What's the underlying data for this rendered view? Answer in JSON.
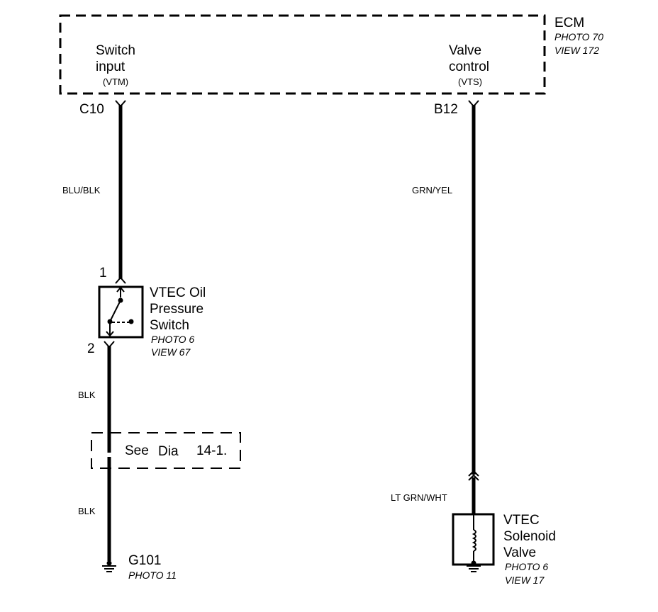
{
  "ecm": {
    "name": "ECM",
    "photo": "PHOTO 70",
    "view": "VIEW 172",
    "switch_input": {
      "line1": "Switch",
      "line2": "input",
      "code": "(VTM)",
      "pin": "C10"
    },
    "valve_control": {
      "line1": "Valve",
      "line2": "control",
      "code": "(VTS)",
      "pin": "B12"
    }
  },
  "wires": {
    "left_top": "BLU/BLK",
    "right_top": "GRN/YEL",
    "left_mid": "BLK",
    "left_bottom": "BLK",
    "right_bottom": "LT GRN/WHT"
  },
  "oil_switch": {
    "line1": "VTEC Oil",
    "line2": "Pressure",
    "line3": "Switch",
    "photo": "PHOTO 6",
    "view": "VIEW 67",
    "pin_top": "1",
    "pin_bottom": "2"
  },
  "see_dia": {
    "see": "See",
    "dia": "Dia",
    "ref": "14-1."
  },
  "ground": {
    "name": "G101",
    "photo": "PHOTO 11"
  },
  "solenoid": {
    "line1": "VTEC",
    "line2": "Solenoid",
    "line3": "Valve",
    "photo": "PHOTO 6",
    "view": "VIEW 17"
  }
}
